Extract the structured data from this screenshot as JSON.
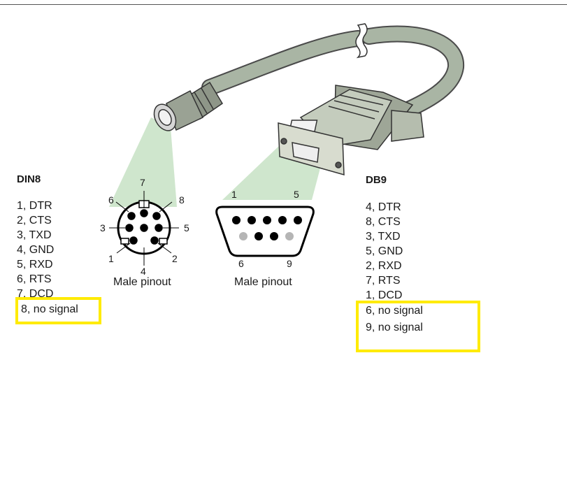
{
  "din8": {
    "title": "DIN8",
    "pins": [
      "1, DTR",
      "2, CTS",
      "3, TXD",
      "4, GND",
      "5, RXD",
      "6, RTS",
      "7, DCD"
    ],
    "highlighted": "8, no signal",
    "pin_numbers": [
      "1",
      "2",
      "3",
      "4",
      "5",
      "6",
      "7",
      "8"
    ],
    "caption": "Male pinout"
  },
  "db9": {
    "title": "DB9",
    "pins": [
      "4, DTR",
      "8, CTS",
      "3, TXD",
      "5, GND",
      "2, RXD",
      "7, RTS",
      "1, DCD"
    ],
    "highlighted": [
      "6, no signal",
      "9, no signal"
    ],
    "pin_numbers": [
      "1",
      "5",
      "6",
      "9"
    ],
    "caption": "Male pinout"
  },
  "colors": {
    "highlight": "#ffeb00",
    "cable": "#a9b5a4",
    "projection": "#cfe6cd",
    "pin_active": "#000000",
    "pin_inactive": "#b5b5b5"
  }
}
